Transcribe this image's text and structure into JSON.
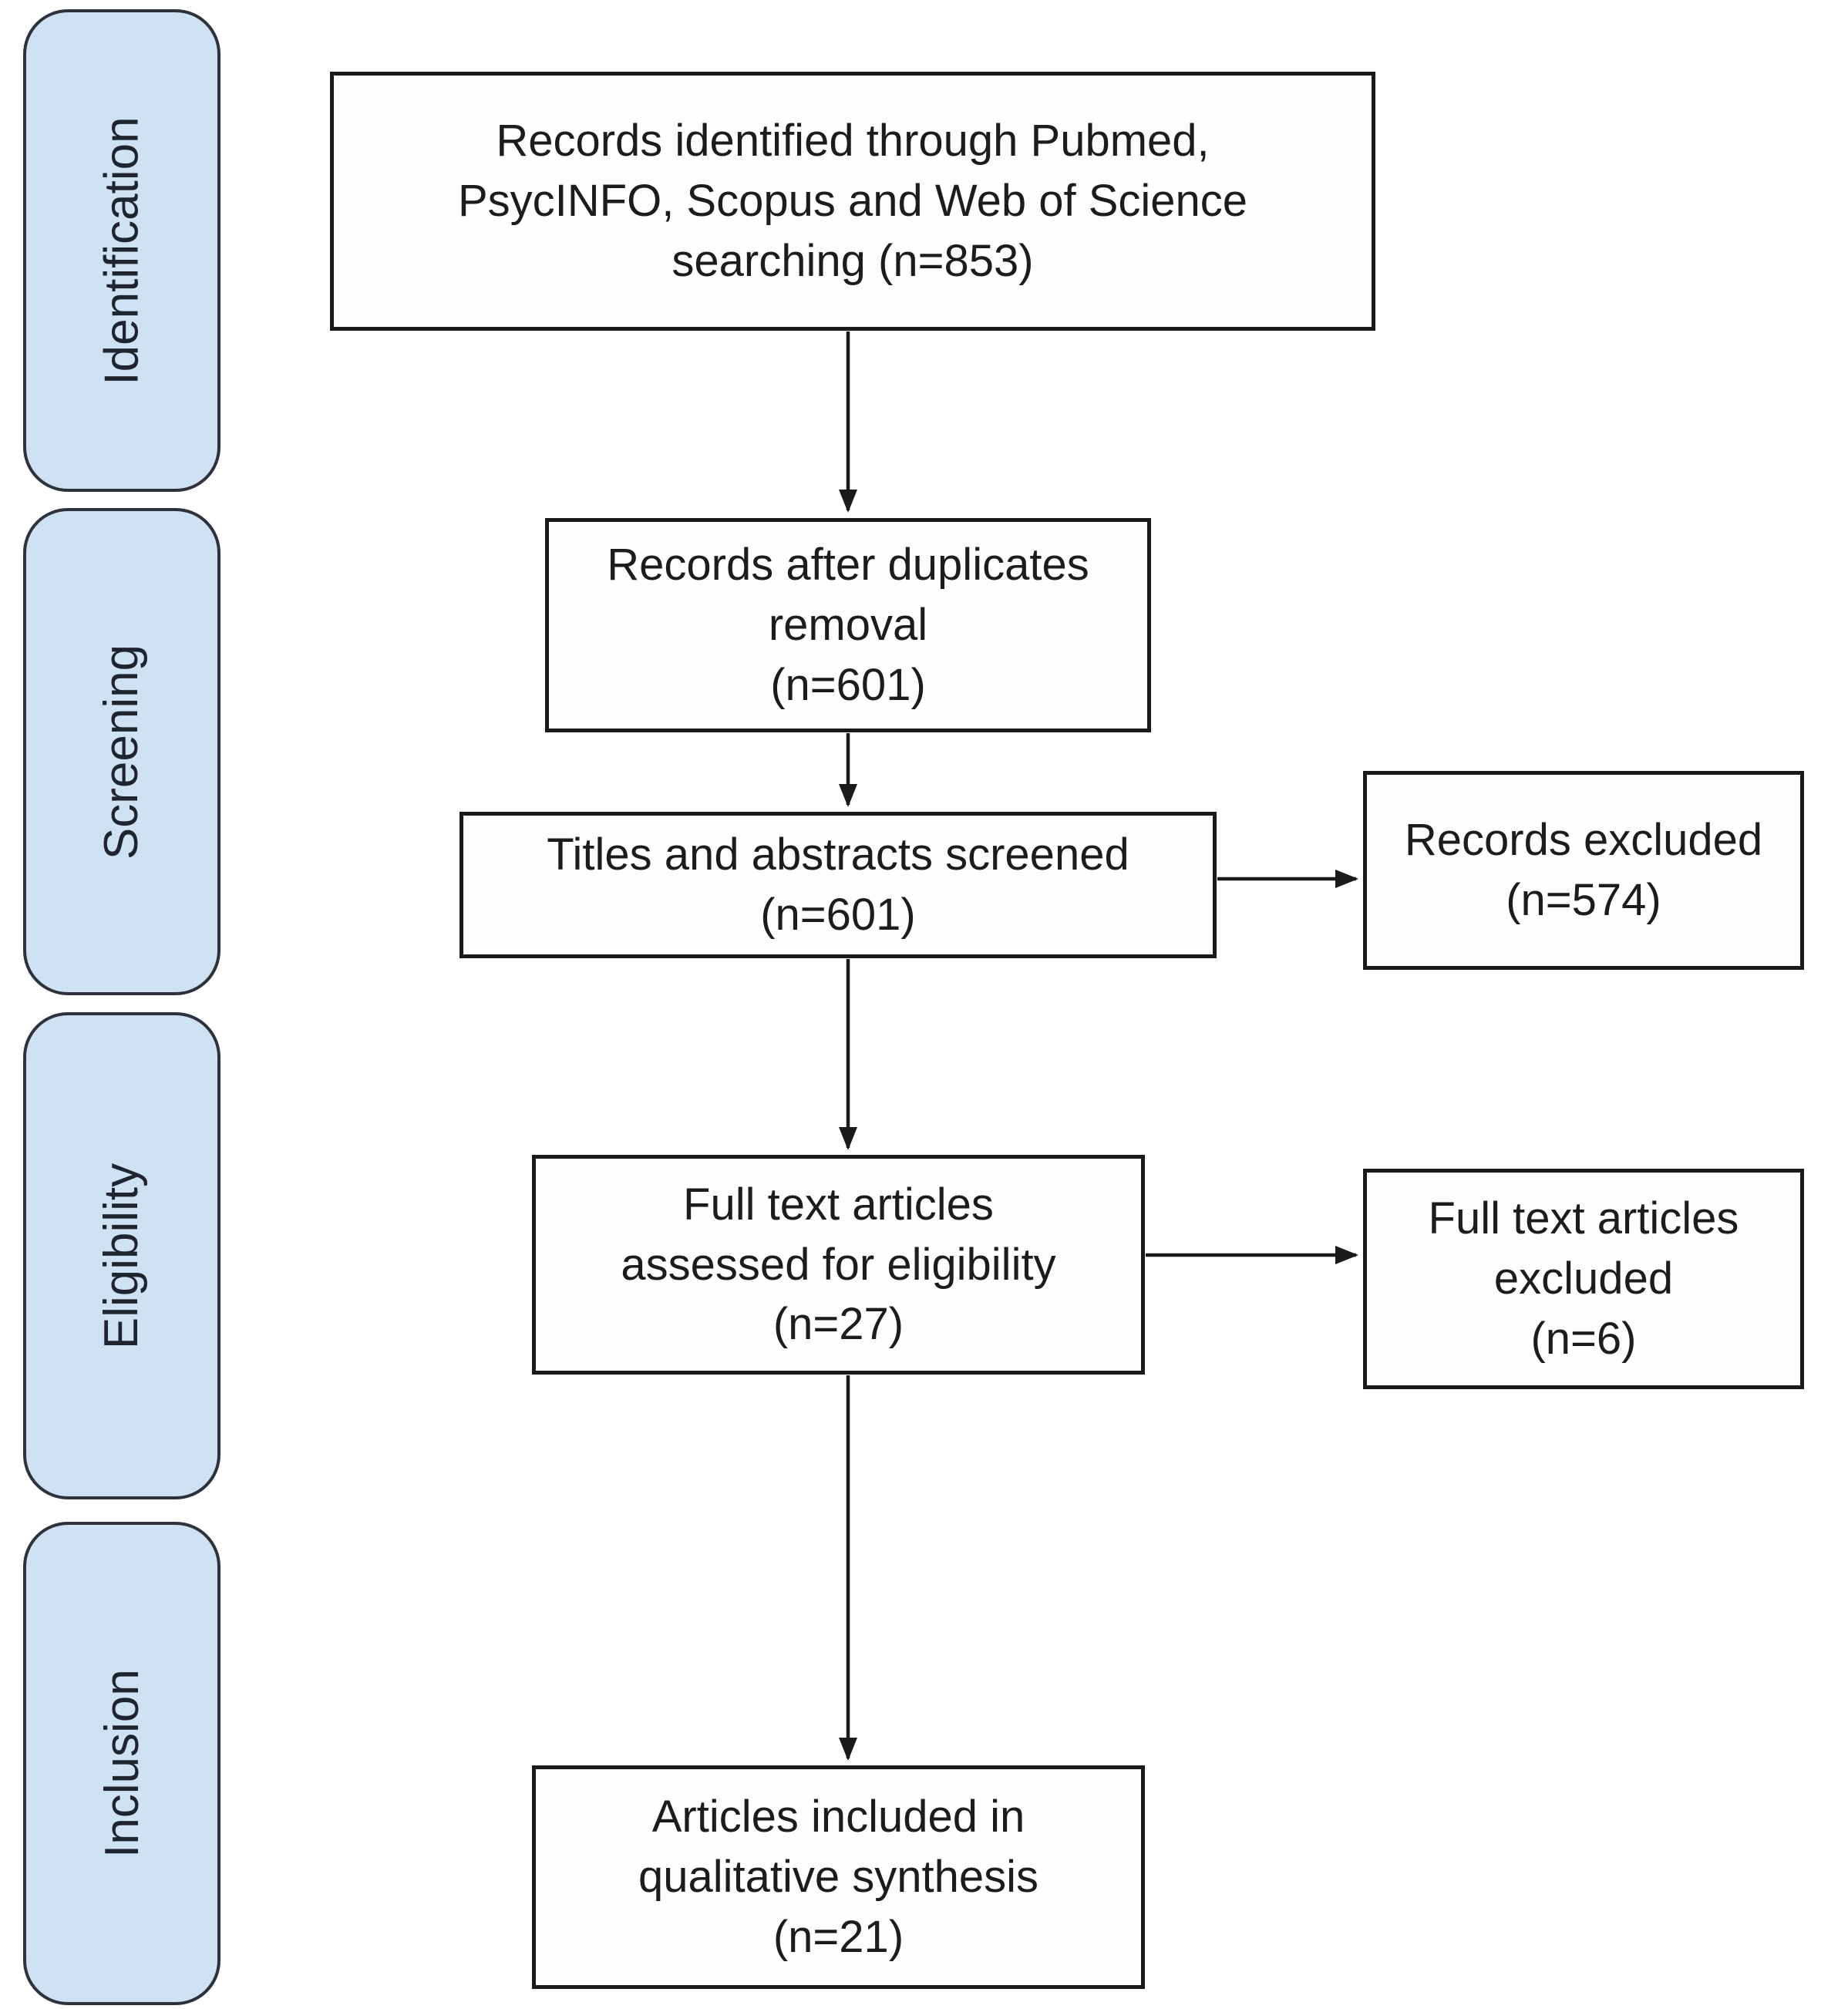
{
  "phases": [
    {
      "label": "Identification"
    },
    {
      "label": "Screening"
    },
    {
      "label": "Eligibility"
    },
    {
      "label": "Inclusion"
    }
  ],
  "nodes": {
    "identified": {
      "text": "Records identified through Pubmed,\nPsycINFO, Scopus and Web of Science\nsearching (n=853)",
      "count": 853
    },
    "deduplicated": {
      "text": "Records after duplicates\nremoval\n(n=601)",
      "count": 601
    },
    "screened": {
      "text": "Titles and abstracts screened\n(n=601)",
      "count": 601
    },
    "records_excluded": {
      "text": "Records excluded\n(n=574)",
      "count": 574
    },
    "fulltext_assessed": {
      "text": "Full text articles\nassessed for eligibility\n(n=27)",
      "count": 27
    },
    "fulltext_excluded": {
      "text": "Full text articles\nexcluded\n(n=6)",
      "count": 6
    },
    "included": {
      "text": "Articles included in\nqualitative synthesis\n(n=21)",
      "count": 21
    }
  },
  "colors": {
    "background": "#ffffff",
    "phase_fill": "#cfe2f3",
    "phase_border": "#2d323c",
    "box_border": "#1a1a1a",
    "arrow": "#1a1a1a",
    "text": "#1c1c1c"
  }
}
